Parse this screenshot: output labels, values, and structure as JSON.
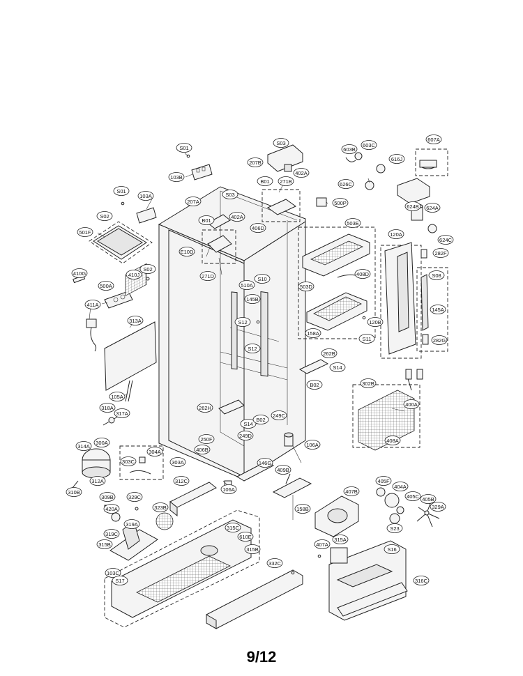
{
  "page_number": "9/12",
  "callouts": [
    "S01",
    "S03",
    "207B",
    "402A",
    "603B",
    "603C",
    "607A",
    "103B",
    "616J",
    "626C",
    "B01",
    "271B",
    "500P",
    "624B",
    "624A",
    "S01",
    "103A",
    "S03",
    "207A",
    "B01",
    "402A",
    "S02",
    "501F",
    "503E",
    "624C",
    "120A",
    "282F",
    "406D",
    "E10D",
    "271D",
    "410G",
    "S02",
    "410J",
    "S10",
    "408D",
    "S08",
    "500A",
    "510A",
    "503D",
    "145B",
    "411A",
    "145A",
    "S12",
    "158A",
    "120B",
    "S11",
    "313A",
    "282G",
    "S12",
    "262B",
    "S14",
    "B02",
    "302B",
    "262H",
    "105A",
    "400A",
    "318A",
    "S14",
    "B02",
    "249C",
    "317A",
    "408A",
    "314A",
    "300A",
    "250F",
    "249D",
    "406B",
    "106A",
    "303C",
    "304A",
    "303A",
    "146G",
    "409B",
    "312C",
    "310B",
    "312A",
    "106A",
    "405F",
    "404A",
    "309B",
    "329C",
    "407B",
    "405C",
    "405B",
    "420A",
    "323B",
    "158B",
    "329A",
    "319A",
    "319C",
    "S23",
    "315B",
    "315C",
    "610E",
    "S16",
    "407A",
    "315A",
    "315B",
    "103C",
    "332C",
    "316C",
    "S17"
  ]
}
